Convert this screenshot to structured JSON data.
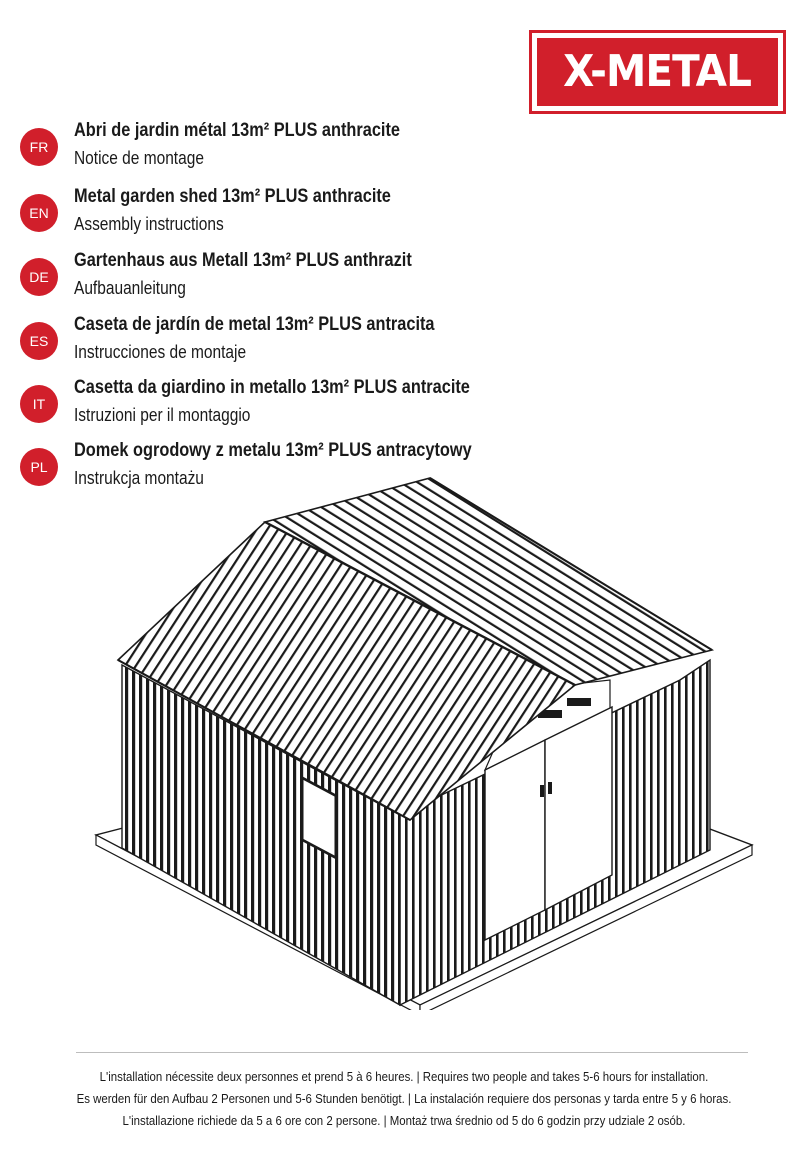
{
  "brand": {
    "logo_text": "X-METAL",
    "accent_color": "#d11f2b"
  },
  "languages": [
    {
      "code": "FR",
      "title": "Abri de jardin métal 13m² PLUS anthracite",
      "subtitle": "Notice de montage"
    },
    {
      "code": "EN",
      "title": "Metal garden shed 13m² PLUS anthracite",
      "subtitle": "Assembly instructions"
    },
    {
      "code": "DE",
      "title": "Gartenhaus aus Metall 13m² PLUS anthrazit",
      "subtitle": "Aufbauanleitung"
    },
    {
      "code": "ES",
      "title": "Caseta de jardín de metal 13m² PLUS antracita",
      "subtitle": "Instrucciones de montaje"
    },
    {
      "code": "IT",
      "title": "Casetta da giardino in metallo 13m² PLUS antracite",
      "subtitle": "Istruzioni per il montaggio"
    },
    {
      "code": "PL",
      "title": "Domek ogrodowy z metalu 13m² PLUS antracytowy",
      "subtitle": "Instrukcja montażu"
    }
  ],
  "footer": {
    "lines": [
      "L'installation nécessite deux personnes et prend 5 à 6 heures. | Requires two people and takes 5-6 hours for installation.",
      "Es werden für den Aufbau 2 Personen und 5-6 Stunden benötigt. | La instalación requiere dos personas y tarda entre 5 y 6 horas.",
      "L'installazione richiede da 5 a 6 ore con 2 persone. | Montaż trwa średnio od 5 do 6 godzin przy udziale 2 osób."
    ]
  }
}
